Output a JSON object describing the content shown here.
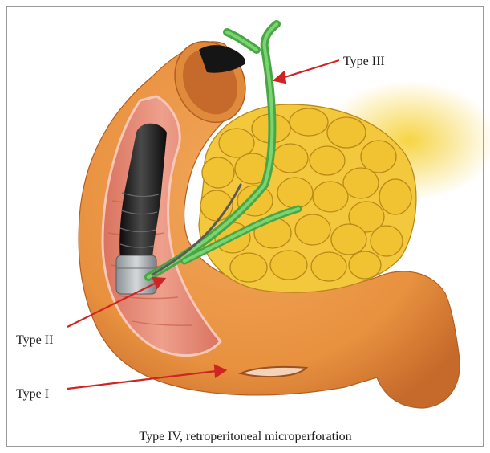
{
  "labels": {
    "type_iii": "Type III",
    "type_ii": "Type II",
    "type_i": "Type I",
    "caption": "Type IV, retroperitoneal microperforation"
  },
  "colors": {
    "duodenum": "#e8913f",
    "duodenum_shadow": "#c8682a",
    "lumen": "#e8907c",
    "pancreas": "#f1c232",
    "pancreas_edge": "#b8891a",
    "scope": "#1b1b1b",
    "duct": "#62c25a",
    "arrow": "#d02424"
  },
  "icons": [
    "endoscope-icon",
    "bile-duct-icon",
    "pancreas-icon",
    "duodenum-icon"
  ]
}
